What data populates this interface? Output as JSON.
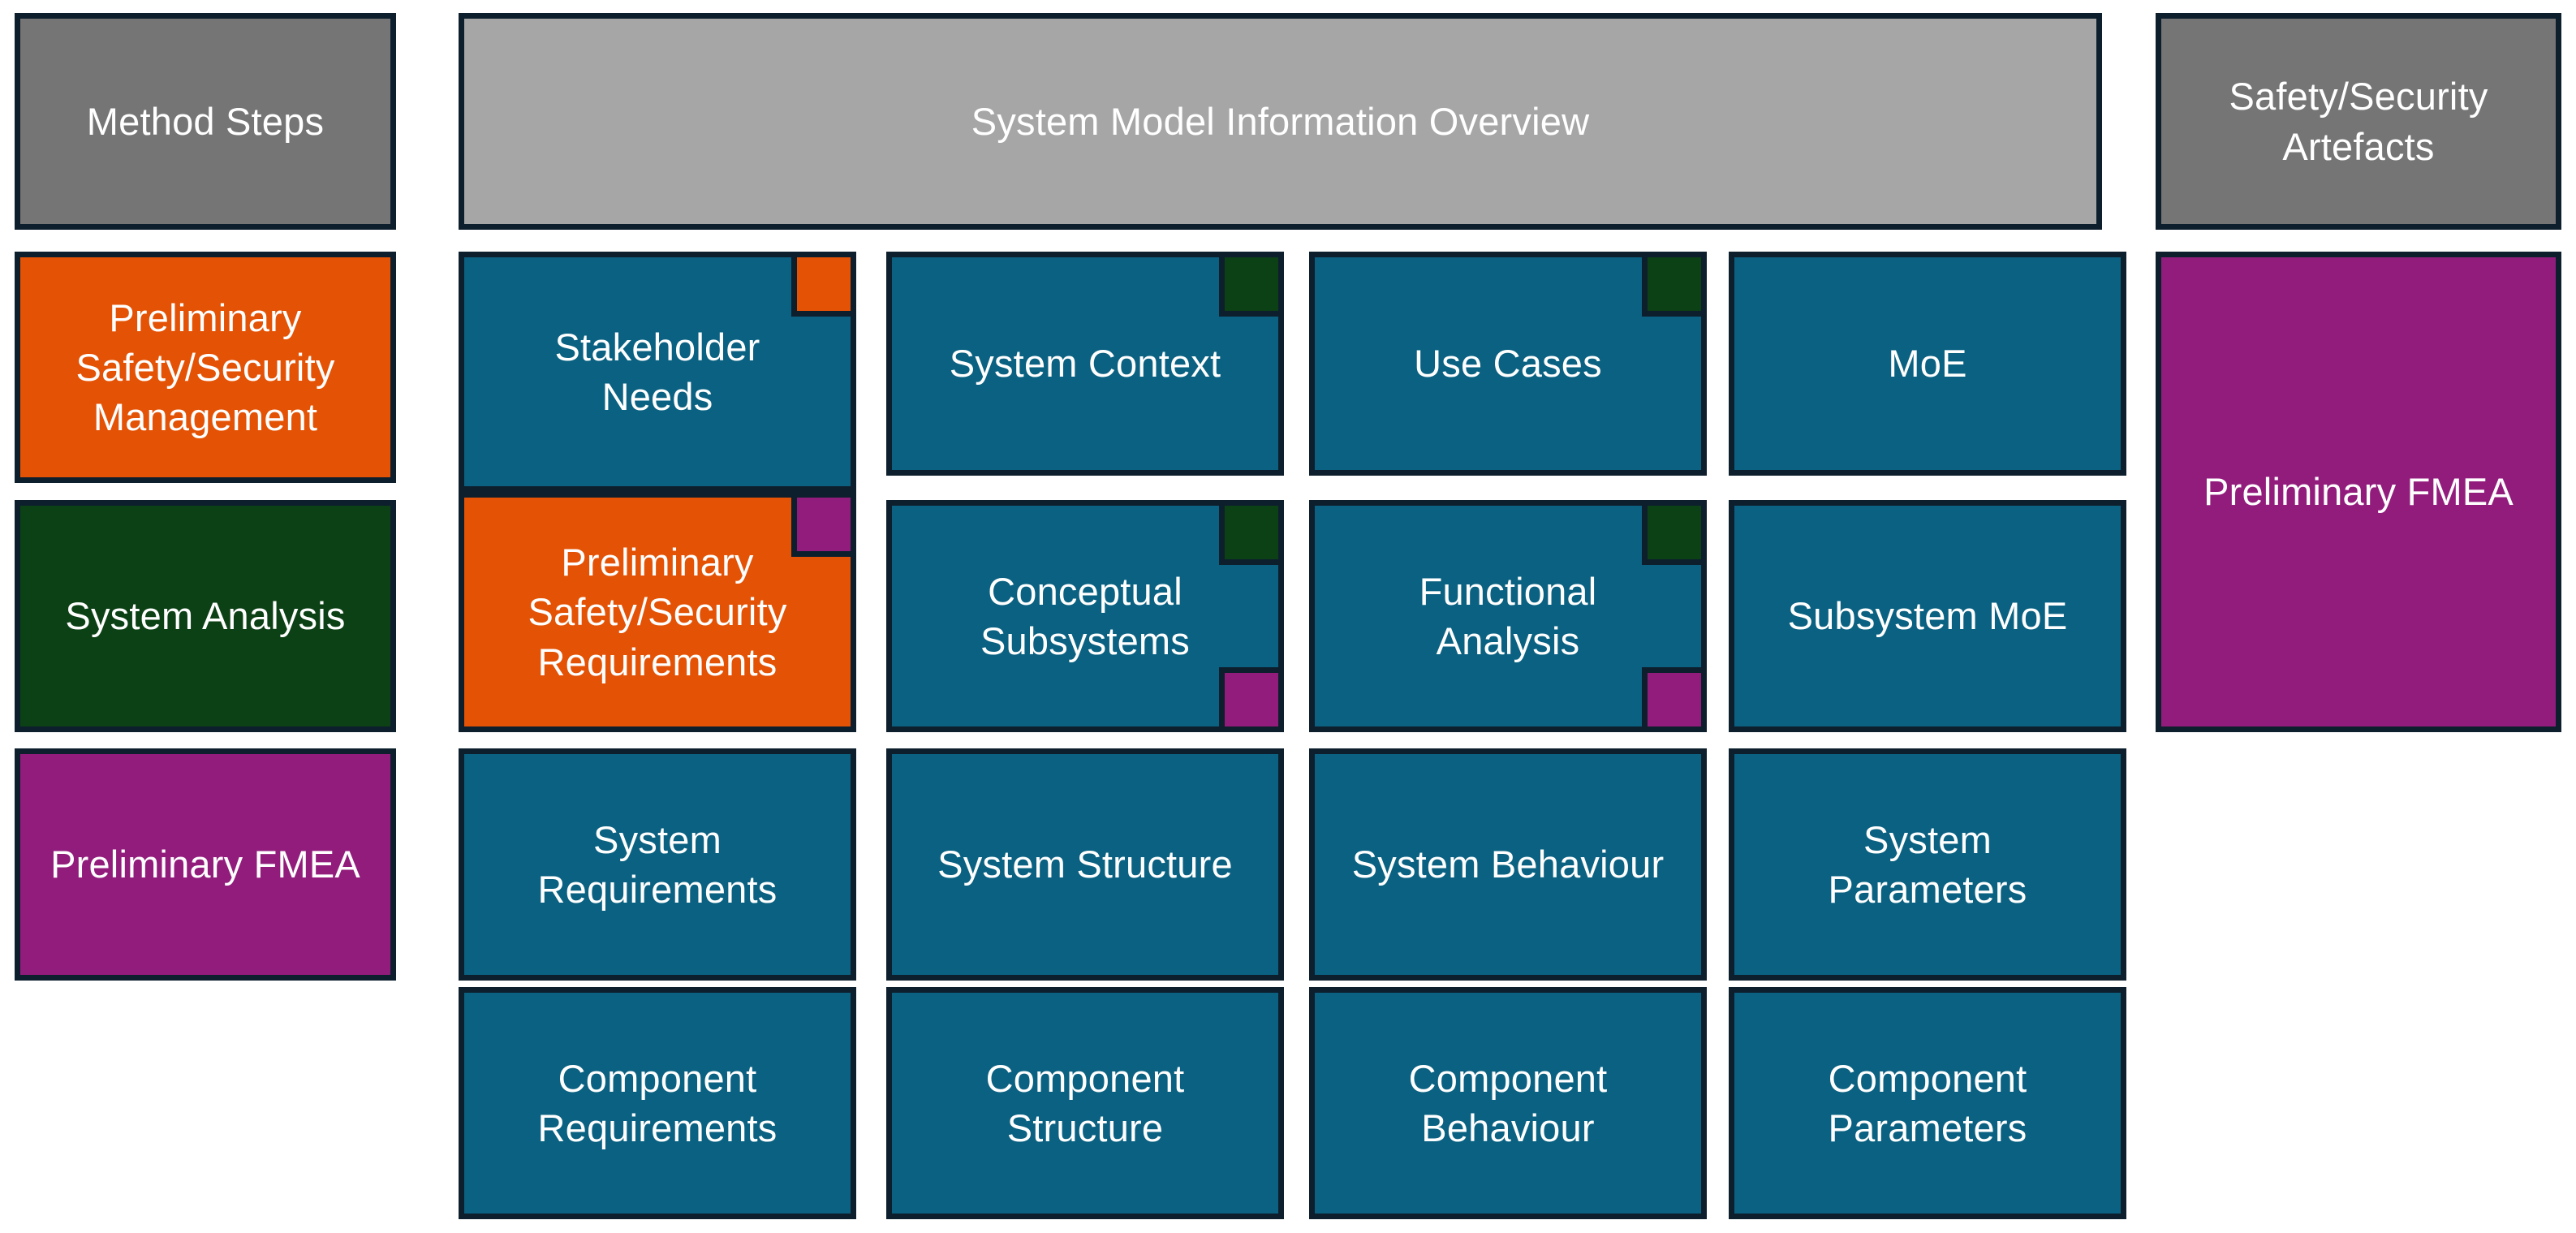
{
  "palette": {
    "border": "#0D1F2D",
    "grey_dark": "#757575",
    "grey_light": "#A6A6A6",
    "teal": "#0A6181",
    "orange": "#E35205",
    "green": "#0C4015",
    "magenta": "#921C7C",
    "text": "#FFFFFF",
    "background": "#FFFFFF"
  },
  "method_steps": {
    "header": "Method Steps",
    "items": [
      {
        "label": "Preliminary\nSafety/Security\nManagement",
        "color": "#E35205"
      },
      {
        "label": "System Analysis",
        "color": "#0C4015"
      },
      {
        "label": "Preliminary FMEA",
        "color": "#921C7C"
      }
    ]
  },
  "overview": {
    "header": "System Model Information Overview",
    "columns": [
      {
        "cells": [
          {
            "label": "Stakeholder\nNeeds",
            "color": "#0A6181",
            "markers": [
              {
                "corner": "top-right",
                "color": "#E35205",
                "name": "orange"
              }
            ]
          },
          {
            "label": "Preliminary\nSafety/Security\nRequirements",
            "color": "#E35205",
            "markers": [
              {
                "corner": "top-right",
                "color": "#921C7C",
                "name": "magenta"
              }
            ]
          },
          {
            "label": "System\nRequirements",
            "color": "#0A6181",
            "markers": []
          },
          {
            "label": "Component\nRequirements",
            "color": "#0A6181",
            "markers": []
          }
        ]
      },
      {
        "cells": [
          {
            "label": "System Context",
            "color": "#0A6181",
            "markers": [
              {
                "corner": "top-right",
                "color": "#0C4015",
                "name": "green"
              }
            ]
          },
          {
            "label": "Conceptual\nSubsystems",
            "color": "#0A6181",
            "markers": [
              {
                "corner": "top-right",
                "color": "#0C4015",
                "name": "green"
              },
              {
                "corner": "bottom-right",
                "color": "#921C7C",
                "name": "magenta"
              }
            ]
          },
          {
            "label": "System Structure",
            "color": "#0A6181",
            "markers": []
          },
          {
            "label": "Component\nStructure",
            "color": "#0A6181",
            "markers": []
          }
        ]
      },
      {
        "cells": [
          {
            "label": "Use Cases",
            "color": "#0A6181",
            "markers": [
              {
                "corner": "top-right",
                "color": "#0C4015",
                "name": "green"
              }
            ]
          },
          {
            "label": "Functional\nAnalysis",
            "color": "#0A6181",
            "markers": [
              {
                "corner": "top-right",
                "color": "#0C4015",
                "name": "green"
              },
              {
                "corner": "bottom-right",
                "color": "#921C7C",
                "name": "magenta"
              }
            ]
          },
          {
            "label": "System Behaviour",
            "color": "#0A6181",
            "markers": []
          },
          {
            "label": "Component\nBehaviour",
            "color": "#0A6181",
            "markers": []
          }
        ]
      },
      {
        "cells": [
          {
            "label": "MoE",
            "color": "#0A6181",
            "markers": []
          },
          {
            "label": "Subsystem MoE",
            "color": "#0A6181",
            "markers": []
          },
          {
            "label": "System\nParameters",
            "color": "#0A6181",
            "markers": []
          },
          {
            "label": "Component\nParameters",
            "color": "#0A6181",
            "markers": []
          }
        ]
      }
    ]
  },
  "artefacts": {
    "header": "Safety/Security\nArtefacts",
    "items": [
      {
        "label": "Preliminary FMEA",
        "color": "#921C7C"
      }
    ]
  }
}
